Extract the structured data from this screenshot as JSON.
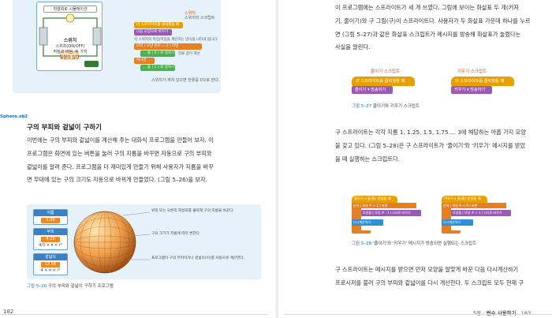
{
  "left_page": {
    "top_figure": {
      "circuit_title": "직렬회로 시뮬레이션",
      "circuit_text_title": "스위치",
      "circuit_text_lines": [
        "스위치(ON/OFF)",
        "켜짐과 꺼짐, 두 가지",
        "모양이 있다."
      ],
      "panel_title": "스위치",
      "panel_subtitle": "스위치의 스크립트",
      "blocks": [
        "이 스프라이트를 클릭했을 때",
        "다음 모양으로 바꾸기",
        "만약 ( 모양 번호 = 1 ) 라면",
        "… 을 ( 0 ) 로 정하기",
        "아니면",
        "… 을 ( 1 ) 로 정하기"
      ],
      "note_1": "각 스위치의 켜짐/꺼짐을 계산하는 방식을 나타내 봅니다.",
      "note_2": "전류 값이 계산",
      "caption": "스위치가 켜져 있으면 전류를 0으로 한다."
    },
    "side_tab": "Sphere.sb2",
    "section_title": "구의 부피와 겉넓이 구하기",
    "paragraph_lines": [
      "이번에는 구의 부피와 겉넓이를 계산해 주는 대화식 프로그램을 만들어 보자. 이",
      "프로그램은 화면에 있는 버튼을 눌러 구의 지름을 바꾸면 자동으로 구의 부피와",
      "겉넓이를 알려 준다. 프로그램을 더 재미있게 만들기 위해 사용자가 지름을 바꾸",
      "면 무대에 있는 구의 크기도 자동으로 바뀌게 만들었다. (그림 5–26)을 보자."
    ],
    "bottom_figure": {
      "diameter_label": "지름",
      "diameter_value": "2.00",
      "volume_label": "부피",
      "volume_value": "4.19",
      "volume_formula": "4/3 × π × r³",
      "area_label": "겉넓이",
      "area_value": "12.56",
      "area_formula": "4 × π × r²",
      "ann_1": "위쪽 또는 오른쪽 화살표를 클릭해 구의 지름을 바꾼다.",
      "ann_2": "구의 크기가 지름에 따라 변한다.",
      "ann_3": "프로그램이 구의 부피이거나 겉넓이(이)를 자동으로 계산한다.",
      "caption_num": "그림 5–26",
      "caption_text": "구의 부피와 겉넓이 구하기 프로그램"
    },
    "page_number": "182"
  },
  "right_page": {
    "para_1_lines": [
      "이 프로그램에는 스프라이트가 세 개 쓰였다. 그림에 보이는 화살표 두 개(커져",
      "기, 줄이기)와 구 그림(구)이 스프라이트다. 사용자가 두 화살표 가운데 하나를 누르",
      "면 (그림 5–27)과 같은 화살표 스크립트가 메시지를 방송해 화살표가 눌렸다는",
      "사실을 알린다."
    ],
    "fig27": {
      "label_left": "줄이기 스크립트",
      "label_right": "키우기 스크립트",
      "left_event": "이 스프라이트를 클릭했을 때",
      "left_broadcast": "줄이기 ▾ 방송하기",
      "right_event": "이 스프라이트를 클릭했을 때",
      "right_broadcast": "키우기 ▾ 방송하기",
      "caption_num": "그림 5–27",
      "caption_text": "줄이기와 키우기 스크립트"
    },
    "para_2_lines": [
      "구 스프라이트는 각각 지름 1, 1.25, 1.5, 1.75 … 3에 해당하는 아홉 가지 모양",
      "을 갖고 있다. (그림 5–28)은 구 스프라이트가 '줄이기'와 '키우기' 메시지를 받았",
      "을 때 실행하는 스크립트다."
    ],
    "fig28": {
      "left_hat": "줄이기 ▾ 을(를) 받았을 때",
      "right_hat": "키우기 ▾ 을(를) 받았을 때",
      "if_row": "만약 ( 모양 # > 1 ) 라면",
      "if_row_right": "만약 ( 모양 # < 9 ) 라면",
      "costume_row": "모양을 ( 모양 # - 1 ) (으)로 바꾸기",
      "costume_row_right": "모양을 ( 모양 # + 1 ) (으)로 바꾸기",
      "recalc_row": "다시계산하기",
      "caption_num": "그림 5–28",
      "caption_text": "'줄이기'와 '키우기' 메시지가 방송되면 실행되는 스크립트"
    },
    "para_3_lines": [
      "구 스프라이트는 메시지를 받으면 먼저 모양을 알맞게 바꾼 다음 다시계산하기",
      "프로시저를 불러 구의 부피와 겉넓이를 다시 계산한다. 두 스크립트 모두 현재 구"
    ],
    "footer_chapter": "5장",
    "footer_title": "변수 사용하기",
    "page_number": "183"
  },
  "colors": {
    "figure_bg": "#e6f2f9",
    "accent_blue": "#1b6fb3",
    "accent_orange": "#d35400",
    "scratch_event": "#e6a100",
    "scratch_looks": "#9b59b6"
  }
}
